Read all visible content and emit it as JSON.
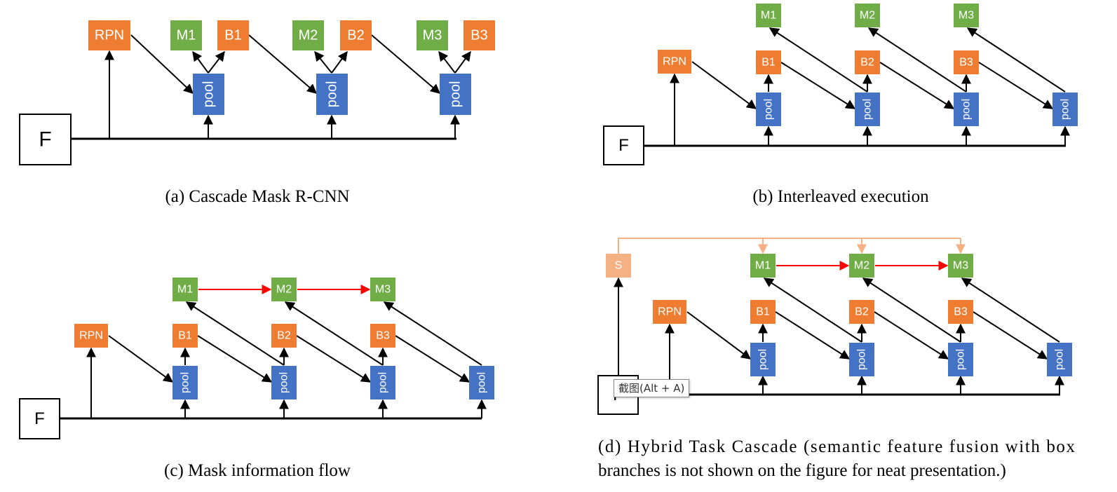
{
  "colors": {
    "box": "#ee7d31",
    "mask": "#70ad47",
    "pool": "#4472c4",
    "semantic": "#f4b183",
    "mask_flow": "#ff0000",
    "semantic_flow": "#f4b183",
    "line": "#000000"
  },
  "labels": {
    "feature": "F",
    "rpn": "RPN",
    "pool": "pool",
    "semantic": "S",
    "box_heads": [
      "B1",
      "B2",
      "B3"
    ],
    "mask_heads": [
      "M1",
      "M2",
      "M3"
    ]
  },
  "captions": {
    "a": "(a) Cascade Mask R-CNN",
    "b": "(b) Interleaved execution",
    "c": "(c) Mask information flow",
    "d_line1": "(d) Hybrid Task Cascade (semantic feature fusion with box",
    "d_line2": "branches is not shown on the figure for neat presentation.)"
  },
  "tooltip": {
    "text": "截图(Alt + A)"
  }
}
